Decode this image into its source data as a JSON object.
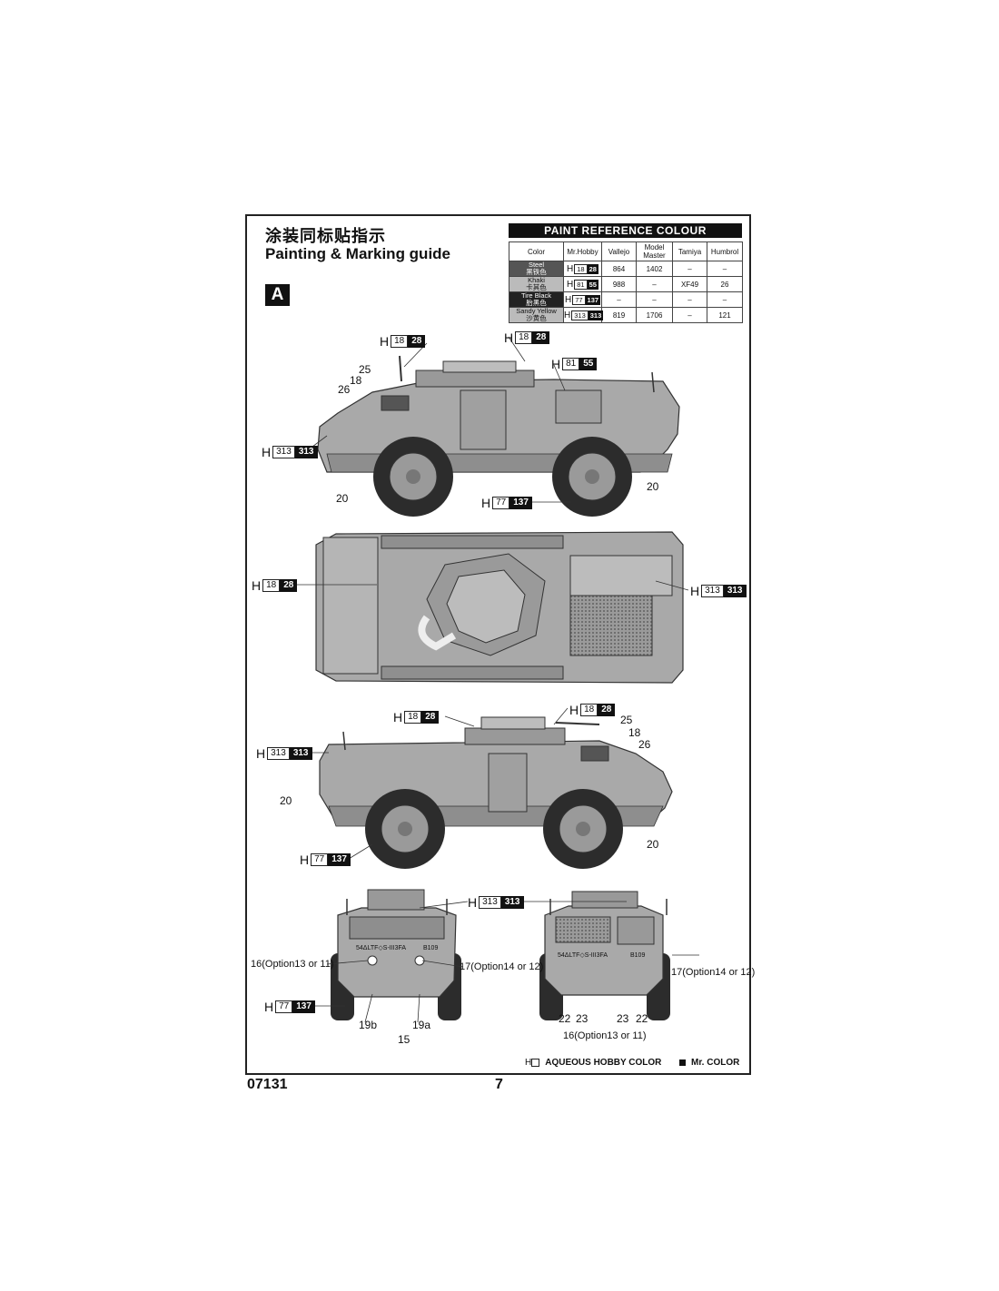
{
  "header": {
    "title_cn": "涂装同标贴指示",
    "title_en": "Painting & Marking guide",
    "scheme": "A"
  },
  "paint_reference": {
    "title": "PAINT  REFERENCE COLOUR",
    "columns": [
      "Color",
      "Mr.Hobby",
      "Vallejo",
      "Model Master",
      "Tamiya",
      "Humbrol"
    ],
    "rows": [
      {
        "name_en": "Steel",
        "name_cn": "黑铁色",
        "h": "18",
        "mr": "28",
        "vallejo": "864",
        "model_master": "1402",
        "tamiya": "–",
        "humbrol": "–"
      },
      {
        "name_en": "Khaki",
        "name_cn": "卡其色",
        "h": "81",
        "mr": "55",
        "vallejo": "988",
        "model_master": "–",
        "tamiya": "XF49",
        "humbrol": "26"
      },
      {
        "name_en": "Tire Black",
        "name_cn": "胎黑色",
        "h": "77",
        "mr": "137",
        "vallejo": "–",
        "model_master": "–",
        "tamiya": "–",
        "humbrol": "–"
      },
      {
        "name_en": "Sandy Yellow",
        "name_cn": "沙黄色",
        "h": "313",
        "mr": "313",
        "vallejo": "819",
        "model_master": "1706",
        "tamiya": "–",
        "humbrol": "121"
      }
    ]
  },
  "callouts": {
    "c1": {
      "h": "18",
      "mr": "28"
    },
    "c2": {
      "h": "18",
      "mr": "28"
    },
    "c3": {
      "h": "81",
      "mr": "55"
    },
    "c4": {
      "h": "313",
      "mr": "313"
    },
    "c5": {
      "h": "77",
      "mr": "137"
    },
    "c6": {
      "h": "18",
      "mr": "28"
    },
    "c7": {
      "h": "313",
      "mr": "313"
    },
    "c8": {
      "h": "18",
      "mr": "28"
    },
    "c9": {
      "h": "18",
      "mr": "28"
    },
    "c10": {
      "h": "313",
      "mr": "313"
    },
    "c11": {
      "h": "77",
      "mr": "137"
    },
    "c12": {
      "h": "313",
      "mr": "313"
    },
    "c13": {
      "h": "77",
      "mr": "137"
    }
  },
  "part_numbers": {
    "p25a": "25",
    "p18a": "18",
    "p26a": "26",
    "p20a": "20",
    "p20b": "20",
    "p25b": "25",
    "p18b": "18",
    "p26b": "26",
    "p20c": "20",
    "p20d": "20",
    "p16a": "16(Option13 or 11)",
    "p17a": "17(Option14 or 12)",
    "p19b": "19b",
    "p19a": "19a",
    "p15": "15",
    "p17b": "17(Option14 or 12)",
    "p22a": "22",
    "p23a": "23",
    "p23b": "23",
    "p22b": "22",
    "p16b": "16(Option13 or 11)"
  },
  "vehicle_markings": {
    "front_plate": "54ΔLTF◇S-III3FA",
    "front_number": "B109",
    "rear_plate": "54ΔLTF◇S-III3FA",
    "rear_number": "B109"
  },
  "legend": {
    "aqueous": "AQUEOUS HOBBY COLOR",
    "mr_color": "Mr. COLOR"
  },
  "footer": {
    "code": "07131",
    "page": "7"
  },
  "colors": {
    "vehicle_body": "#a9a9a9",
    "vehicle_shadow": "#7e7e7e",
    "tire": "#2c2c2c",
    "hub": "#9a9a9a"
  }
}
